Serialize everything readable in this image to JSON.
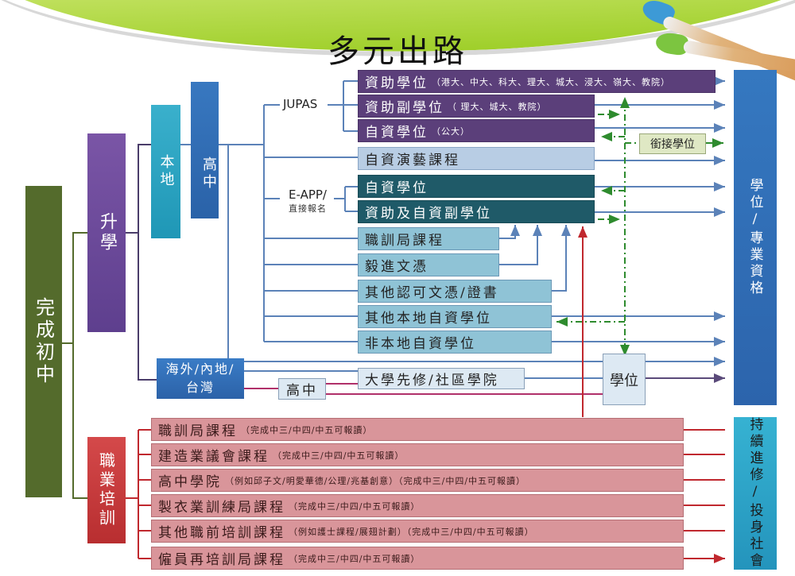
{
  "title": "多元出路",
  "colors": {
    "green_root": "#546b2c",
    "purple_study": "#6e4c9a",
    "cyan_local": "#3ab0cc",
    "blue_hs": "#2e6db4",
    "red_vocational": "#c8383a",
    "blue_outcome": "#2e6db4",
    "cyan_outcome": "#2fa8c8",
    "line_blue": "#5b82b8",
    "line_red": "#c0282e",
    "line_magenta": "#b0306a",
    "dash_green": "#2e8b2e"
  },
  "root": {
    "label": "完成初中"
  },
  "study": {
    "label": "升學"
  },
  "local": {
    "label": "本地"
  },
  "high_school": {
    "label": "高中"
  },
  "jupas": {
    "label": "JUPAS",
    "items": [
      {
        "main": "資助學位",
        "note": "（港大、中大、科大、理大、城大、浸大、嶺大、教院）"
      },
      {
        "main": "資助副學位",
        "note": "（ 理大、城大、教院）"
      },
      {
        "main": "自資學位",
        "note": "（公大）"
      }
    ]
  },
  "performing_arts": {
    "label": "自資演藝課程"
  },
  "eapp": {
    "label_top": "E-APP/",
    "label_bottom": "直接報名",
    "items": [
      {
        "main": "自資學位"
      },
      {
        "main": "資助及自資副學位"
      }
    ]
  },
  "other_local": [
    {
      "main": "職訓局課程"
    },
    {
      "main": "毅進文憑"
    },
    {
      "main": "其他認可文憑/證書"
    },
    {
      "main": "其他本地自資學位"
    },
    {
      "main": "非本地自資學位"
    }
  ],
  "bridging": {
    "label": "銜接學位"
  },
  "overseas": {
    "label": "海外/內地/台灣"
  },
  "overseas_hs": {
    "label": "高中"
  },
  "community_college": {
    "label": "大學先修/社區學院"
  },
  "degree_box": {
    "label": "學位"
  },
  "outcome_degree": {
    "label": "學位/專業資格"
  },
  "vocational": {
    "label": "職業培訓",
    "items": [
      {
        "main": "職訓局課程",
        "note": "（完成中三/中四/中五可報讀）"
      },
      {
        "main": "建造業議會課程",
        "note": "（完成中三/中四/中五可報讀）"
      },
      {
        "main": "高中學院",
        "note": "（例如邱子文/明愛華德/公理/兆基創意）（完成中三/中四/中五可報讀）"
      },
      {
        "main": "製衣業訓練局課程",
        "note": "（完成中三/中四/中五可報讀）"
      },
      {
        "main": "其他職前培訓課程",
        "note": "（例如護士課程/展翅計劃）（完成中三/中四/中五可報讀）"
      },
      {
        "main": "僱員再培訓局課程",
        "note": "（完成中三/中四/中五可報讀）"
      }
    ]
  },
  "outcome_continue": {
    "label": "持續進修/投身社會"
  }
}
